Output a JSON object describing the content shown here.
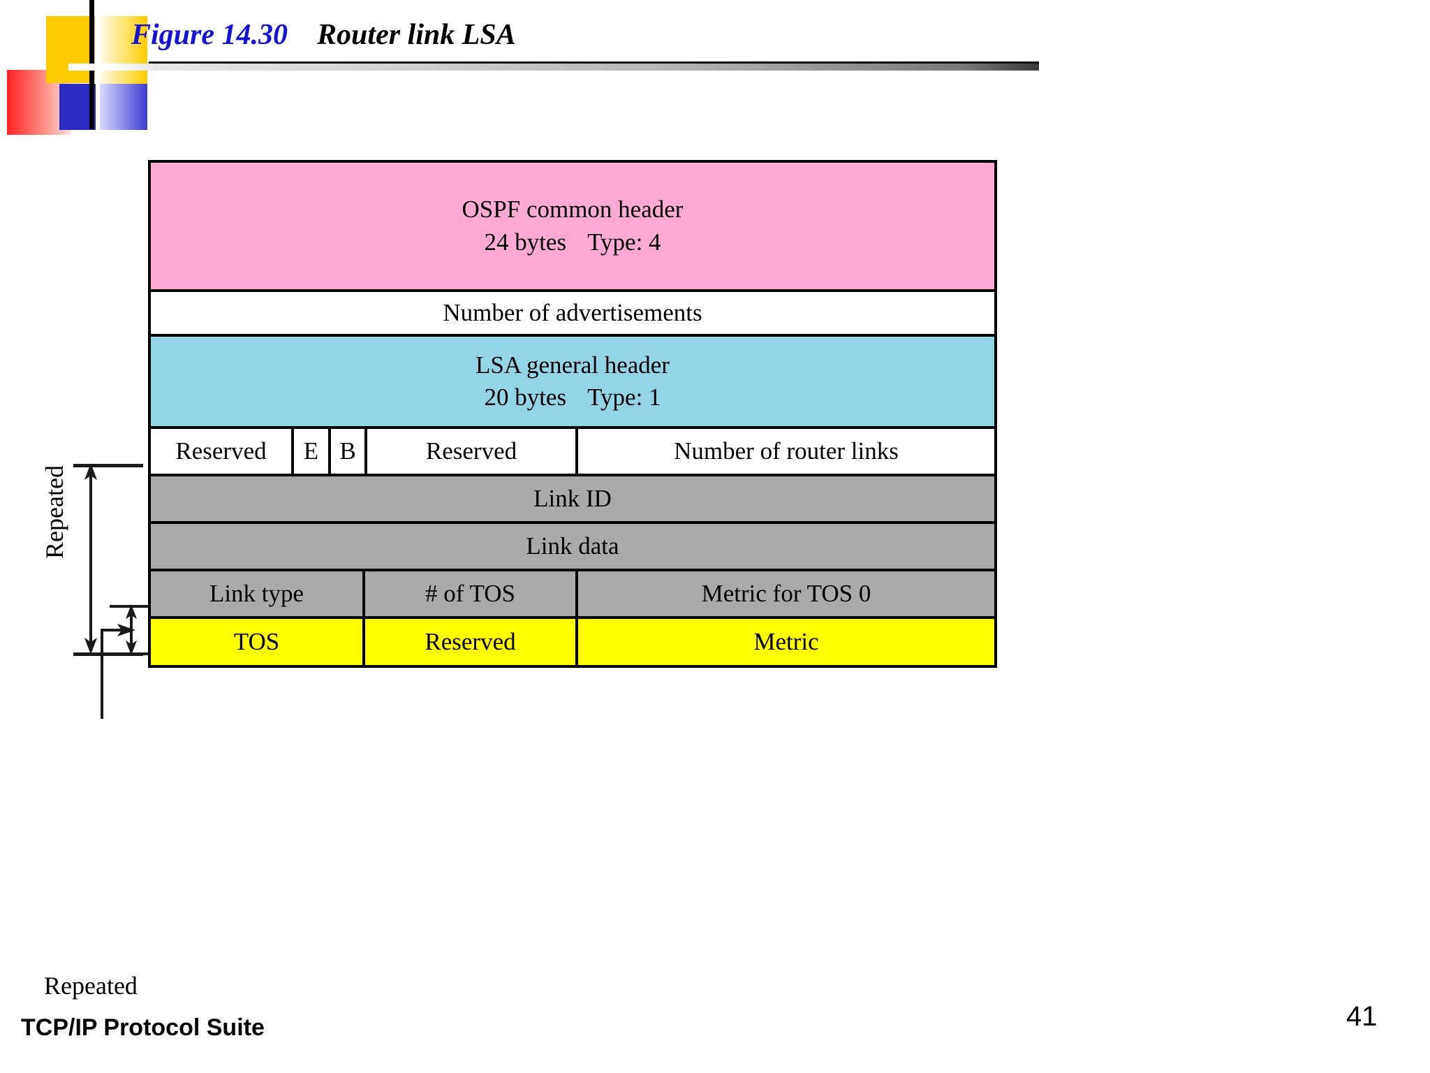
{
  "slide": {
    "figure_number": "Figure 14.30",
    "figure_title": "Router link LSA"
  },
  "diagram": {
    "rows": [
      {
        "id": "ospf-common-header",
        "color": "#FFAAD4",
        "line1": "OSPF common header",
        "line2_bytes": "24 bytes",
        "line2_type": "Type: 4"
      },
      {
        "id": "number-of-advertisements",
        "color": "#FFFFFF",
        "label": "Number of advertisements"
      },
      {
        "id": "lsa-general-header",
        "color": "#92D6E5",
        "line1": "LSA general header",
        "line2_bytes": "20 bytes",
        "line2_type": "Type: 1"
      },
      {
        "id": "flags-row",
        "color": "#FFFFFF",
        "cells": [
          "Reserved",
          "E",
          "B",
          "Reserved",
          "Number of router links"
        ]
      },
      {
        "id": "link-id",
        "color": "#AAAAAA",
        "label": "Link ID"
      },
      {
        "id": "link-data",
        "color": "#AAAAAA",
        "label": "Link data"
      },
      {
        "id": "link-type-row",
        "color": "#AAAAAA",
        "cells": [
          "Link type",
          "# of TOS",
          "Metric for TOS  0"
        ]
      },
      {
        "id": "tos-row",
        "color": "#FFFF00",
        "cells": [
          "TOS",
          "Reserved",
          "Metric"
        ]
      }
    ]
  },
  "annotations": {
    "repeated_outer": "Repeated",
    "repeated_inner": "Repeated"
  },
  "footer": {
    "book_title": "TCP/IP Protocol Suite",
    "page_number": "41"
  }
}
